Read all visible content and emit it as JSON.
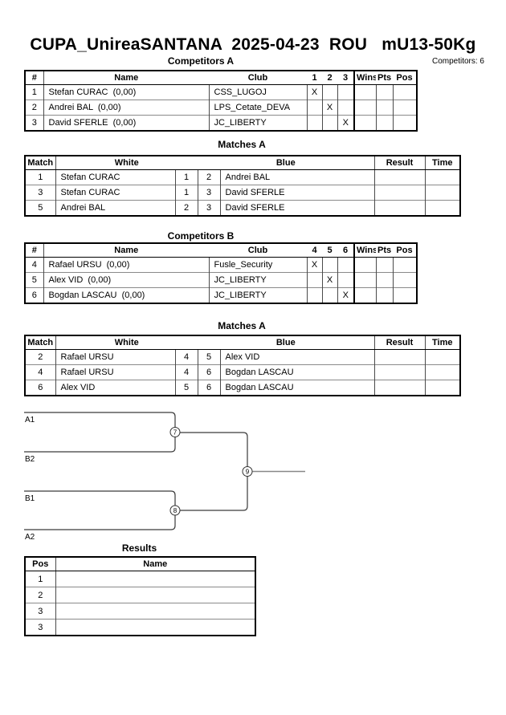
{
  "page": {
    "title": "CUPA_UnireaSANTANA  2025-04-23  ROU   mU13-50Kg",
    "competitors_count": "Competitors: 6"
  },
  "competitors_a": {
    "caption": "Competitors A",
    "headers": {
      "num": "#",
      "name": "Name",
      "club": "Club",
      "c1": "1",
      "c2": "2",
      "c3": "3",
      "wins": "Wins",
      "pts": "Pts",
      "pos": "Pos"
    },
    "rows": [
      {
        "num": "1",
        "name": "Stefan CURAC  (0,00)",
        "club": "CSS_LUGOJ",
        "m1": "X",
        "m2": "",
        "m3": "",
        "wins": "",
        "pts": "",
        "pos": ""
      },
      {
        "num": "2",
        "name": "Andrei BAL  (0,00)",
        "club": "LPS_Cetate_DEVA",
        "m1": "",
        "m2": "X",
        "m3": "",
        "wins": "",
        "pts": "",
        "pos": ""
      },
      {
        "num": "3",
        "name": "David SFERLE  (0,00)",
        "club": "JC_LIBERTY",
        "m1": "",
        "m2": "",
        "m3": "X",
        "wins": "",
        "pts": "",
        "pos": ""
      }
    ]
  },
  "matches_a": {
    "caption": "Matches A",
    "headers": {
      "match": "Match",
      "white": "White",
      "blue": "Blue",
      "result": "Result",
      "time": "Time"
    },
    "rows": [
      {
        "match": "1",
        "white": "Stefan CURAC",
        "wn": "1",
        "bn": "2",
        "blue": "Andrei BAL",
        "result": "",
        "time": ""
      },
      {
        "match": "3",
        "white": "Stefan CURAC",
        "wn": "1",
        "bn": "3",
        "blue": "David SFERLE",
        "result": "",
        "time": ""
      },
      {
        "match": "5",
        "white": "Andrei BAL",
        "wn": "2",
        "bn": "3",
        "blue": "David SFERLE",
        "result": "",
        "time": ""
      }
    ]
  },
  "competitors_b": {
    "caption": "Competitors B",
    "headers": {
      "num": "#",
      "name": "Name",
      "club": "Club",
      "c1": "4",
      "c2": "5",
      "c3": "6",
      "wins": "Wins",
      "pts": "Pts",
      "pos": "Pos"
    },
    "rows": [
      {
        "num": "4",
        "name": "Rafael URSU  (0,00)",
        "club": "Fusle_Security",
        "m1": "X",
        "m2": "",
        "m3": "",
        "wins": "",
        "pts": "",
        "pos": ""
      },
      {
        "num": "5",
        "name": "Alex VID  (0,00)",
        "club": "JC_LIBERTY",
        "m1": "",
        "m2": "X",
        "m3": "",
        "wins": "",
        "pts": "",
        "pos": ""
      },
      {
        "num": "6",
        "name": "Bogdan LASCAU  (0,00)",
        "club": "JC_LIBERTY",
        "m1": "",
        "m2": "",
        "m3": "X",
        "wins": "",
        "pts": "",
        "pos": ""
      }
    ]
  },
  "matches_b": {
    "caption": "Matches A",
    "headers": {
      "match": "Match",
      "white": "White",
      "blue": "Blue",
      "result": "Result",
      "time": "Time"
    },
    "rows": [
      {
        "match": "2",
        "white": "Rafael URSU",
        "wn": "4",
        "bn": "5",
        "blue": "Alex VID",
        "result": "",
        "time": ""
      },
      {
        "match": "4",
        "white": "Rafael URSU",
        "wn": "4",
        "bn": "6",
        "blue": "Bogdan LASCAU",
        "result": "",
        "time": ""
      },
      {
        "match": "6",
        "white": "Alex VID",
        "wn": "5",
        "bn": "6",
        "blue": "Bogdan LASCAU",
        "result": "",
        "time": ""
      }
    ]
  },
  "bracket": {
    "slots": {
      "top1": "A1",
      "top2": "B2",
      "bottom1": "B1",
      "bottom2": "A2"
    },
    "match_numbers": {
      "semi_top": "7",
      "semi_bottom": "8",
      "final": "9"
    }
  },
  "results": {
    "caption": "Results",
    "headers": {
      "pos": "Pos",
      "name": "Name"
    },
    "rows": [
      {
        "pos": "1",
        "name": ""
      },
      {
        "pos": "2",
        "name": ""
      },
      {
        "pos": "3",
        "name": ""
      },
      {
        "pos": "3",
        "name": ""
      }
    ]
  }
}
